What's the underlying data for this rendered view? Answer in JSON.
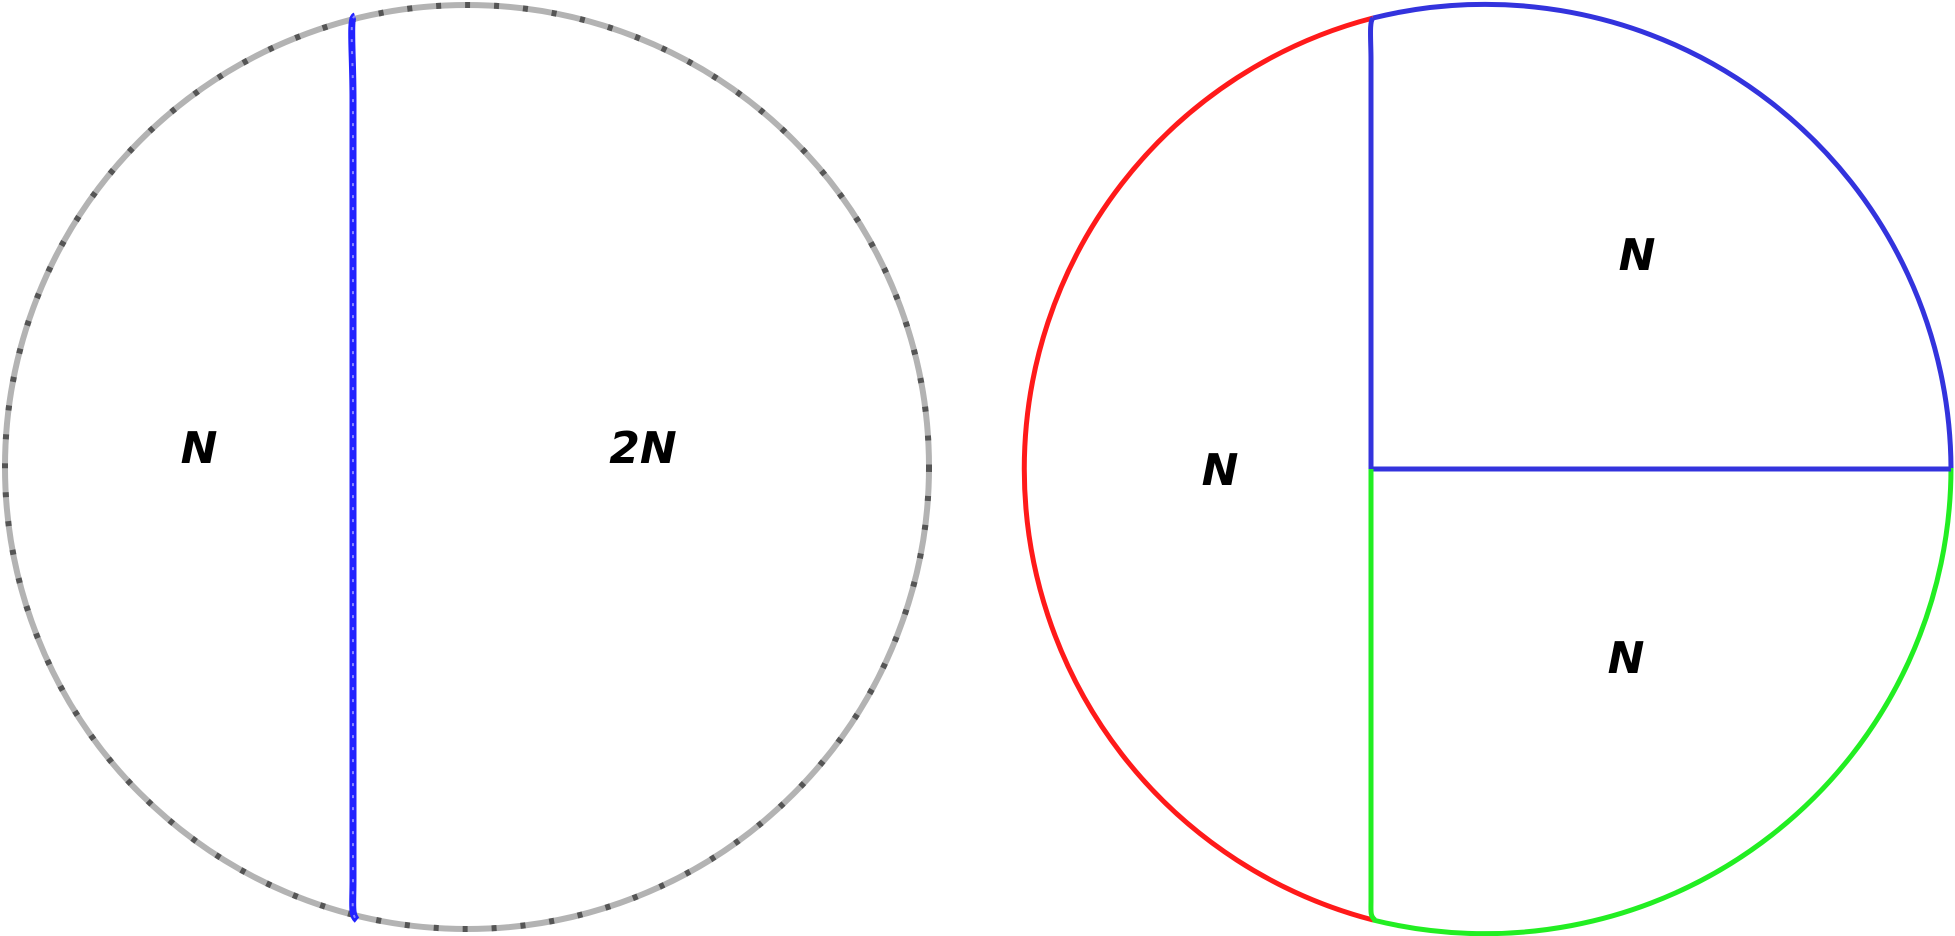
{
  "colors": {
    "outline_gray": "#b3b3b3",
    "dot_dark": "#555555",
    "blue": "#3333dd",
    "bright_blue": "#2222ff",
    "red": "#ff1a1a",
    "green": "#22ee22",
    "text": "#000000"
  },
  "left_circle": {
    "labels": {
      "small": "N",
      "large": "2N"
    }
  },
  "right_circle": {
    "labels": {
      "left": "N",
      "top_right": "N",
      "bottom_right": "N"
    }
  }
}
